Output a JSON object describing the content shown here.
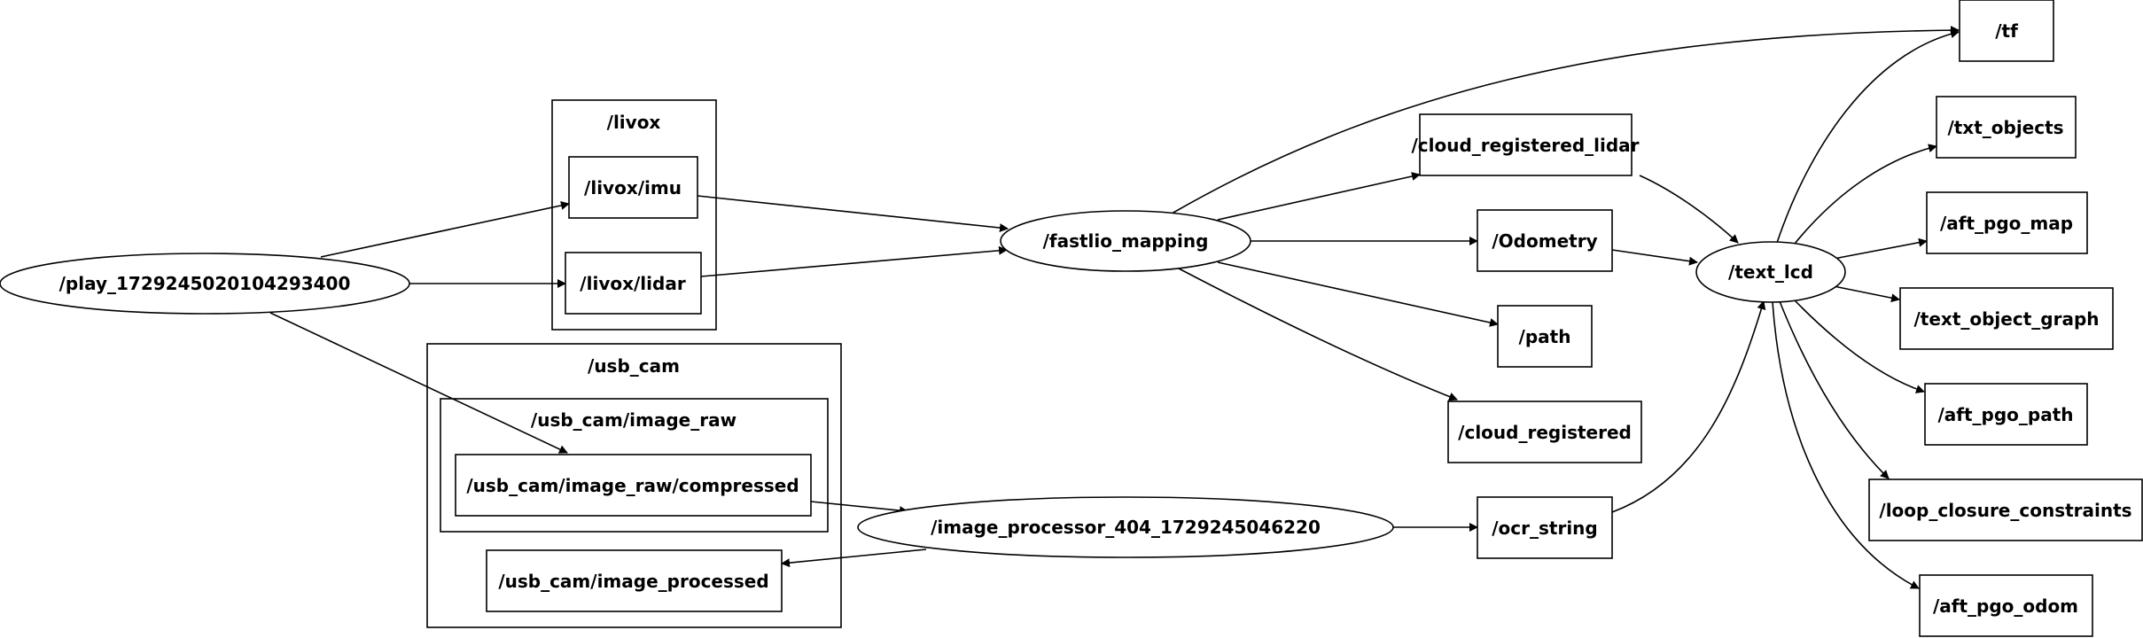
{
  "graph": {
    "clusters": [
      {
        "id": "livox",
        "label": "/livox"
      },
      {
        "id": "usb_cam",
        "label": "/usb_cam"
      },
      {
        "id": "usb_cam_image_raw",
        "label": "/usb_cam/image_raw"
      }
    ],
    "nodes": [
      {
        "id": "play",
        "label": "/play_1729245020104293400",
        "shape": "ellipse"
      },
      {
        "id": "livox_imu",
        "label": "/livox/imu",
        "shape": "box"
      },
      {
        "id": "livox_lidar",
        "label": "/livox/lidar",
        "shape": "box"
      },
      {
        "id": "image_raw_compressed",
        "label": "/usb_cam/image_raw/compressed",
        "shape": "box"
      },
      {
        "id": "image_processed",
        "label": "/usb_cam/image_processed",
        "shape": "box"
      },
      {
        "id": "fastlio_mapping",
        "label": "/fastlio_mapping",
        "shape": "ellipse"
      },
      {
        "id": "image_processor",
        "label": "/image_processor_404_1729245046220",
        "shape": "ellipse"
      },
      {
        "id": "cloud_registered_lidar",
        "label": "/cloud_registered_lidar",
        "shape": "box"
      },
      {
        "id": "odometry",
        "label": "/Odometry",
        "shape": "box"
      },
      {
        "id": "path",
        "label": "/path",
        "shape": "box"
      },
      {
        "id": "cloud_registered",
        "label": "/cloud_registered",
        "shape": "box"
      },
      {
        "id": "ocr_string",
        "label": "/ocr_string",
        "shape": "box"
      },
      {
        "id": "text_lcd",
        "label": "/text_lcd",
        "shape": "ellipse"
      },
      {
        "id": "tf",
        "label": "/tf",
        "shape": "box"
      },
      {
        "id": "txt_objects",
        "label": "/txt_objects",
        "shape": "box"
      },
      {
        "id": "aft_pgo_map",
        "label": "/aft_pgo_map",
        "shape": "box"
      },
      {
        "id": "text_object_graph",
        "label": "/text_object_graph",
        "shape": "box"
      },
      {
        "id": "aft_pgo_path",
        "label": "/aft_pgo_path",
        "shape": "box"
      },
      {
        "id": "loop_closure_constraints",
        "label": "/loop_closure_constraints",
        "shape": "box"
      },
      {
        "id": "aft_pgo_odom",
        "label": "/aft_pgo_odom",
        "shape": "box"
      }
    ],
    "edges": [
      {
        "from": "play",
        "to": "livox_imu"
      },
      {
        "from": "play",
        "to": "livox_lidar"
      },
      {
        "from": "play",
        "to": "image_raw_compressed"
      },
      {
        "from": "livox_imu",
        "to": "fastlio_mapping"
      },
      {
        "from": "livox_lidar",
        "to": "fastlio_mapping"
      },
      {
        "from": "image_raw_compressed",
        "to": "image_processor"
      },
      {
        "from": "image_processor",
        "to": "image_processed"
      },
      {
        "from": "image_processor",
        "to": "ocr_string"
      },
      {
        "from": "fastlio_mapping",
        "to": "tf"
      },
      {
        "from": "fastlio_mapping",
        "to": "cloud_registered_lidar"
      },
      {
        "from": "fastlio_mapping",
        "to": "odometry"
      },
      {
        "from": "fastlio_mapping",
        "to": "path"
      },
      {
        "from": "fastlio_mapping",
        "to": "cloud_registered"
      },
      {
        "from": "cloud_registered_lidar",
        "to": "text_lcd"
      },
      {
        "from": "odometry",
        "to": "text_lcd"
      },
      {
        "from": "ocr_string",
        "to": "text_lcd"
      },
      {
        "from": "text_lcd",
        "to": "tf"
      },
      {
        "from": "text_lcd",
        "to": "txt_objects"
      },
      {
        "from": "text_lcd",
        "to": "aft_pgo_map"
      },
      {
        "from": "text_lcd",
        "to": "text_object_graph"
      },
      {
        "from": "text_lcd",
        "to": "aft_pgo_path"
      },
      {
        "from": "text_lcd",
        "to": "loop_closure_constraints"
      },
      {
        "from": "text_lcd",
        "to": "aft_pgo_odom"
      }
    ]
  }
}
